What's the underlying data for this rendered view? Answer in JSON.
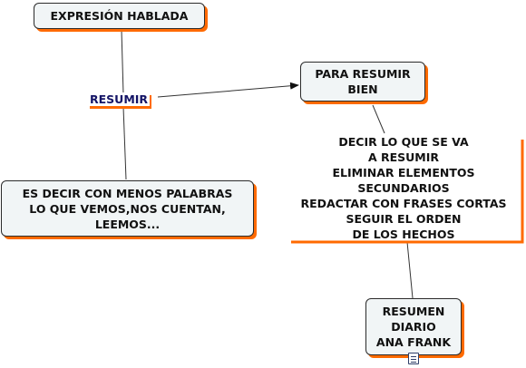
{
  "nodes": {
    "expresion": "EXPRESIÓN HABLADA",
    "resumir_bien": [
      "PARA RESUMIR",
      "BIEN"
    ],
    "es_decir": [
      "ES DECIR CON MENOS PALABRAS",
      "LO QUE VEMOS,NOS CUENTAN,",
      "LEEMOS..."
    ],
    "resumen_diario": [
      "RESUMEN",
      "DIARIO",
      "ANA FRANK"
    ]
  },
  "link_label": "RESUMIR",
  "details": [
    "DECIR LO QUE SE VA",
    "A RESUMIR",
    "ELIMINAR ELEMENTOS",
    "SECUNDARIOS",
    "REDACTAR CON FRASES CORTAS",
    "SEGUIR EL ORDEN",
    "DE LOS HECHOS"
  ],
  "colors": {
    "node_fill": "#f1f5f6",
    "shadow": "#ff6a00",
    "link_label": "#141466"
  },
  "icons": {
    "resource": "document-icon"
  }
}
